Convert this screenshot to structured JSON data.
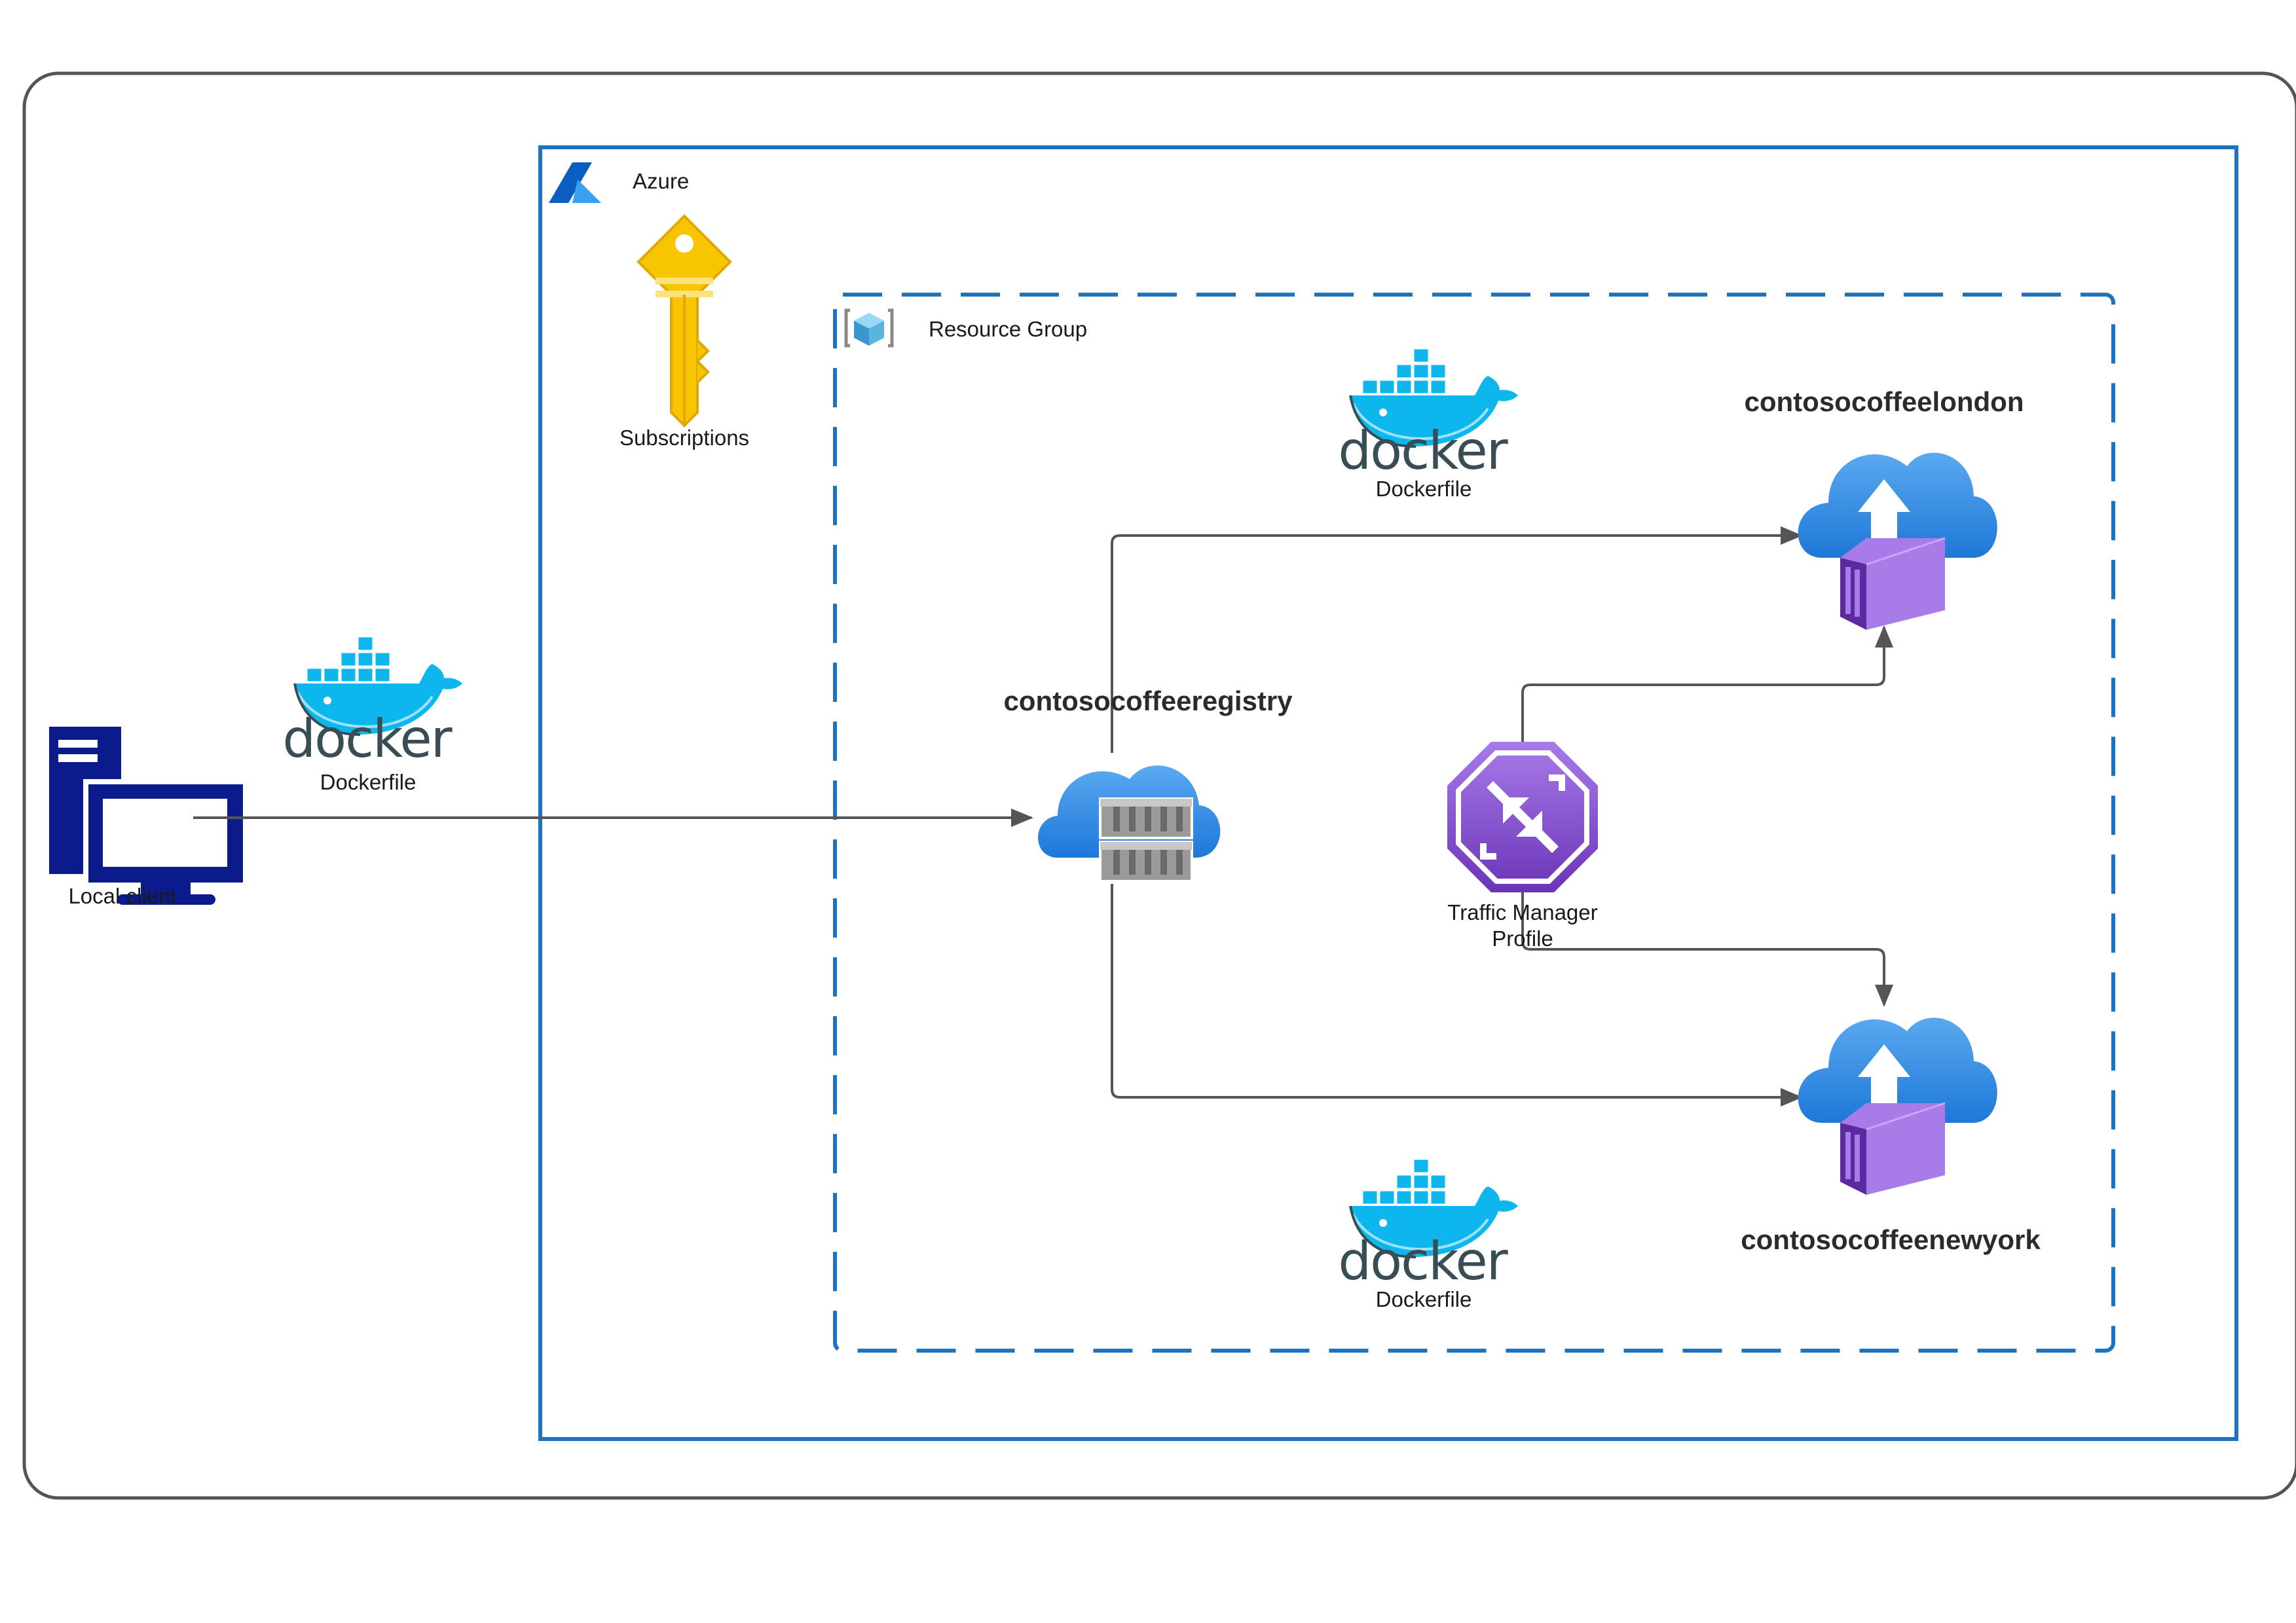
{
  "labels": {
    "azure": "Azure",
    "resource_group": "Resource Group",
    "subscriptions": "Subscriptions",
    "local_client": "Local client",
    "dockerfile_client": "Dockerfile",
    "dockerfile_london": "Dockerfile",
    "dockerfile_newyork": "Dockerfile",
    "docker_logo_text": "docker",
    "registry": "contosocoffeeregistry",
    "london": "contosocoffeelondon",
    "newyork": "contosocoffeenewyork",
    "traffic_manager_line1": "Traffic Manager",
    "traffic_manager_line2": "Profile"
  },
  "icons": {
    "azure": "azure-logo-icon",
    "resource_group": "resource-group-cube-icon",
    "subscriptions": "key-icon",
    "docker": "docker-whale-icon",
    "local_client": "desktop-computer-icon",
    "registry": "container-registry-icon",
    "app_service": "app-service-container-icon",
    "traffic_manager": "traffic-manager-icon"
  },
  "colors": {
    "outer_border": "#555555",
    "azure_border": "#1e73be",
    "connector": "#555555",
    "docker_blue": "#0db7ed",
    "docker_text": "#394d54",
    "key_yellow": "#f7c600",
    "client_navy": "#0b1b8c",
    "cloud_blue": "#1e88e5",
    "container_purple": "#8a4fd8",
    "traffic_purple": "#7b3fc4"
  }
}
